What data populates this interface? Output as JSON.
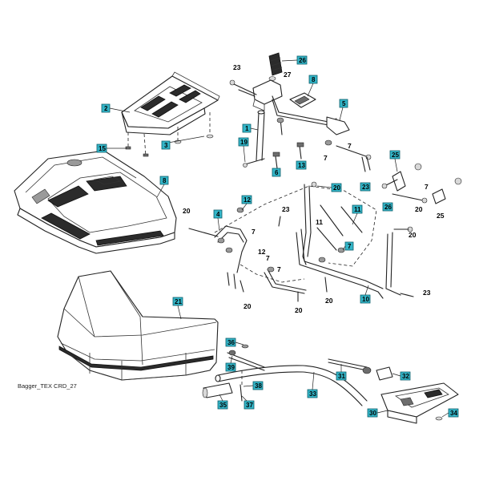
{
  "caption": "Bagger_TEX CRD_27",
  "colors": {
    "callout": "#33b6c9",
    "line": "#222222",
    "background": "#ffffff"
  },
  "boxed_labels": [
    "26",
    "8",
    "2",
    "5",
    "15",
    "3",
    "1",
    "19",
    "6",
    "13",
    "23",
    "8",
    "25",
    "12",
    "20",
    "4",
    "11",
    "7",
    "26",
    "10",
    "21",
    "36",
    "39",
    "38",
    "31",
    "32",
    "33",
    "35",
    "37",
    "30",
    "34"
  ],
  "plain_labels": [
    "23",
    "27",
    "7",
    "7",
    "20",
    "7",
    "23",
    "7",
    "25",
    "20",
    "20",
    "7",
    "12",
    "7",
    "20",
    "20",
    "20",
    "23"
  ]
}
